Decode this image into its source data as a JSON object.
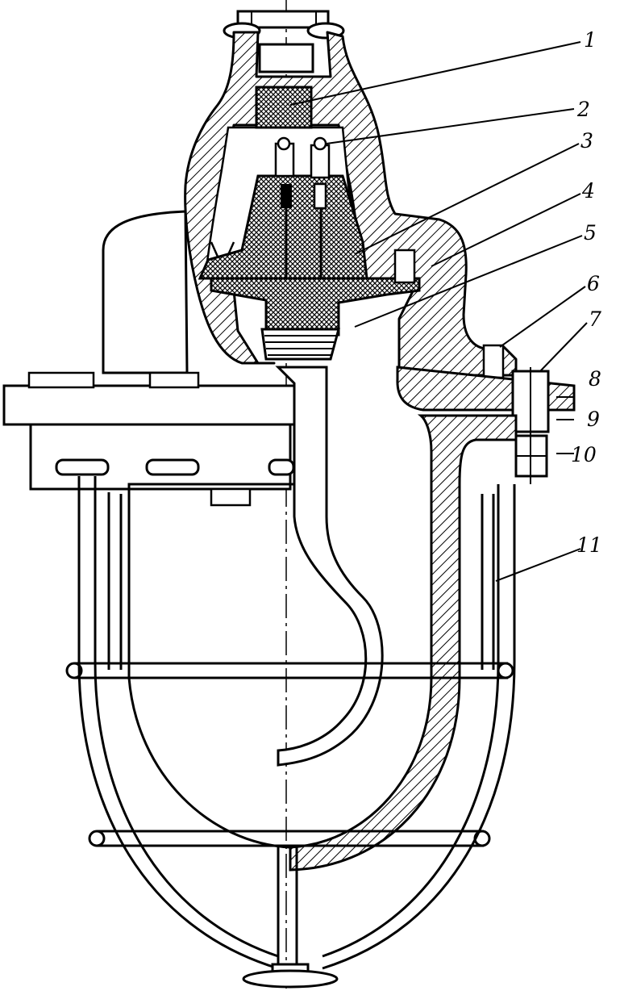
{
  "figure": {
    "kind": "technical cross-section drawing",
    "ink_color": "#000000",
    "paper_color": "#ffffff",
    "callouts": [
      {
        "number": "1"
      },
      {
        "number": "2"
      },
      {
        "number": "3"
      },
      {
        "number": "4"
      },
      {
        "number": "5"
      },
      {
        "number": "6"
      },
      {
        "number": "7"
      },
      {
        "number": "8"
      },
      {
        "number": "9"
      },
      {
        "number": "10"
      },
      {
        "number": "11"
      }
    ]
  }
}
